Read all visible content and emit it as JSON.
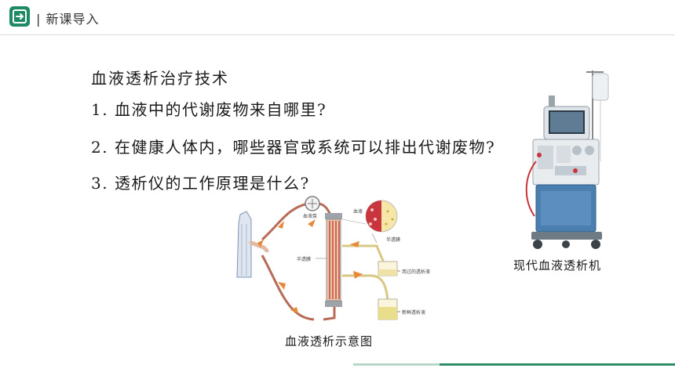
{
  "header": {
    "title": "| 新课导入",
    "accent_color": "#1e8a63"
  },
  "content": {
    "title": "血液透析治疗技术",
    "questions": [
      "1. 血液中的代谢废物来自哪里?",
      "2. 在健康人体内，哪些器官或系统可以排出代谢废物?",
      "3. 透析仪的工作原理是什么?"
    ]
  },
  "machine": {
    "caption": "现代血液透析机"
  },
  "diagram": {
    "caption": "血液透析示意图",
    "labels": {
      "pump": "血液泵",
      "blood": "血液",
      "membrane_top": "半透膜",
      "membrane_left": "半透膜",
      "used_fluid": "用过的透析液",
      "fresh_fluid": "新鲜透析液"
    }
  },
  "footer": {
    "accent_color": "#2f8c66"
  }
}
